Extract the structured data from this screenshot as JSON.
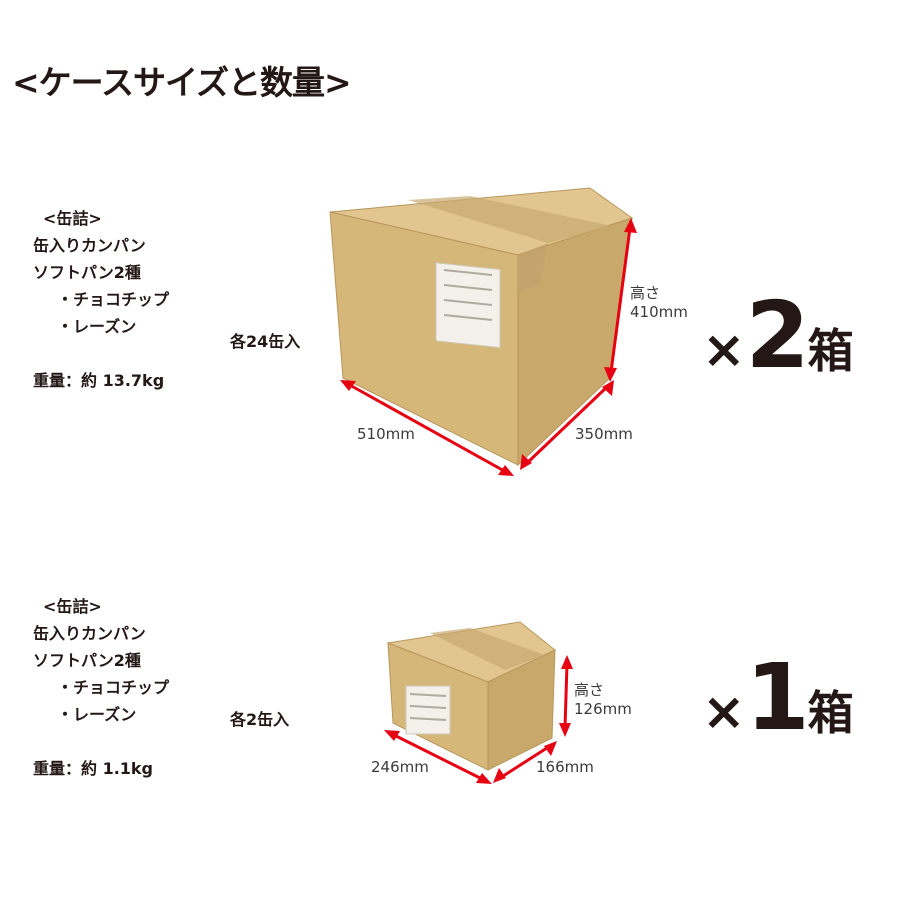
{
  "title": "<ケースサイズと数量>",
  "cases": [
    {
      "category": "<缶詰>",
      "lines": [
        "缶入りカンパン",
        "ソフトパン2種",
        "・チョコチップ",
        "・レーズン"
      ],
      "per_case": "各24缶入",
      "weight": "重量：約 13.7kg",
      "width_label": "510mm",
      "depth_label": "350mm",
      "height_label_1": "高さ",
      "height_label_2": "410mm",
      "multiplier_x": "×",
      "multiplier_n": "2",
      "multiplier_unit": "箱"
    },
    {
      "category": "<缶詰>",
      "lines": [
        "缶入りカンパン",
        "ソフトパン2種",
        "・チョコチップ",
        "・レーズン"
      ],
      "per_case": "各2缶入",
      "weight": "重量：約 1.1kg",
      "width_label": "246mm",
      "depth_label": "166mm",
      "height_label_1": "高さ",
      "height_label_2": "126mm",
      "multiplier_x": "×",
      "multiplier_n": "1",
      "multiplier_unit": "箱"
    }
  ],
  "colors": {
    "text": "#231815",
    "arrow": "#e60012",
    "cardboard_front": "#d6b77a",
    "cardboard_side": "#c7a466",
    "cardboard_top": "#e2c690",
    "tape": "#c2a36c"
  }
}
